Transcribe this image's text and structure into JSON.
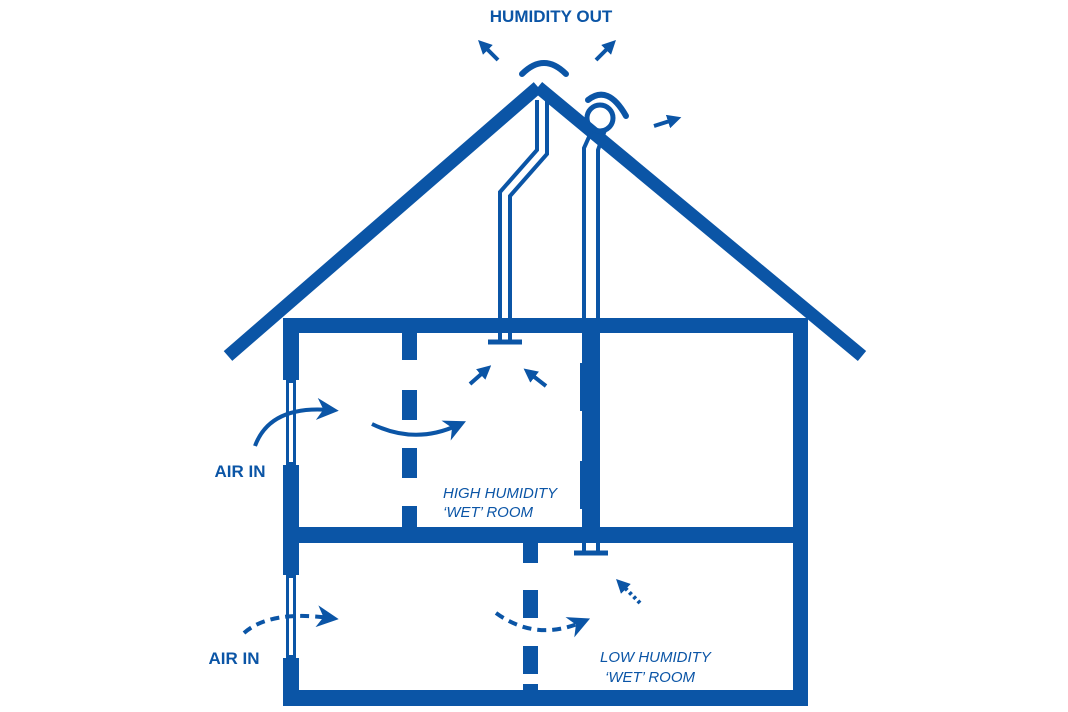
{
  "labels": {
    "humidity_out": "HUMIDITY OUT",
    "air_in_upper": "AIR IN",
    "air_in_lower": "AIR IN",
    "high_humidity_line1": "HIGH HUMIDITY",
    "high_humidity_line2": "‘WET’ ROOM",
    "low_humidity_line1": "LOW HUMIDITY",
    "low_humidity_line2": "‘WET’ ROOM"
  },
  "colors": {
    "primary": "#0b55a6",
    "background": "#ffffff"
  }
}
